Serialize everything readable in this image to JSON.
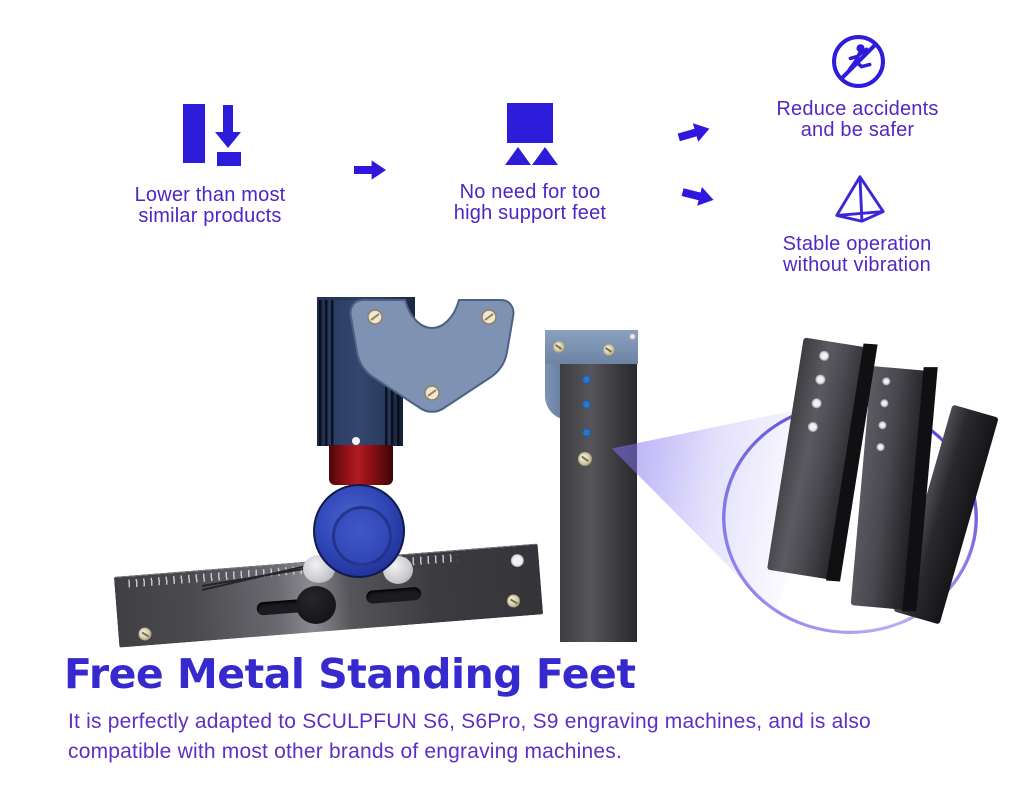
{
  "features": [
    {
      "icon": "lower-height-icon",
      "line1": "Lower than most",
      "line2": "similar products"
    },
    {
      "icon": "support-feet-icon",
      "line1": "No need for too",
      "line2": "high support feet"
    }
  ],
  "benefits": [
    {
      "icon": "no-falling-icon",
      "line1": "Reduce accidents",
      "line2": "and be safer"
    },
    {
      "icon": "stability-pyramid-icon",
      "line1": "Stable operation",
      "line2": "without vibration"
    }
  ],
  "headline": {
    "title": "Free Metal Standing Feet",
    "description_line1": "It is perfectly adapted to SCULPFUN S6, S6Pro, S9 engraving machines, and is also",
    "description_line2": "compatible with most other brands of engraving machines."
  },
  "colors": {
    "accent_blue": "#2e1cdb",
    "label_purple": "#4c25c5",
    "title_blue": "#3629ce",
    "body_purple": "#5e2ec5",
    "rail_steel_blue": "#8ba1c0",
    "module_navy": "#2c3d63",
    "lens_red": "#8f1015",
    "knob_blue": "#3148b8",
    "metal_dark_gray": "#3f3f44"
  }
}
